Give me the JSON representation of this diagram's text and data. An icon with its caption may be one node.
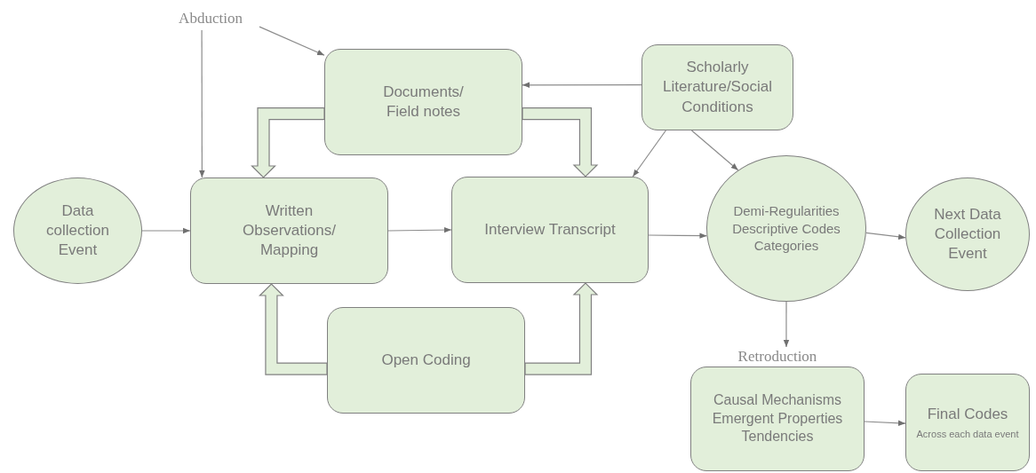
{
  "diagram": {
    "nodes": [
      {
        "text": [
          "Abduction"
        ]
      },
      {
        "text": [
          "Documents/ Field notes"
        ]
      },
      {
        "text": [
          "Scholarly Literature/Social Conditions"
        ]
      },
      {
        "text": [
          "Data collection Event"
        ]
      },
      {
        "text": [
          "Written Observations/ Mapping"
        ]
      },
      {
        "text": [
          "Interview Transcript"
        ]
      },
      {
        "text": [
          "Demi-Regularities Descriptive Codes Categories"
        ]
      },
      {
        "text": [
          "Next Data Collection Event"
        ]
      },
      {
        "text": [
          "Open Coding"
        ]
      },
      {
        "text": [
          "Retroduction",
          "Causal Mechanisms Emergent Properties Tendencies"
        ]
      },
      {
        "text": [
          "Final Codes",
          "Across each data event"
        ]
      }
    ],
    "edges": [
      {
        "from": 0,
        "to": 1,
        "arrow": "to"
      },
      {
        "from": 0,
        "to": 4,
        "arrow": "to"
      },
      {
        "from": 2,
        "to": 1,
        "arrow": "to"
      },
      {
        "from": 2,
        "to": 5,
        "arrow": "to"
      },
      {
        "from": 2,
        "to": 6,
        "arrow": "to"
      },
      {
        "from": 3,
        "to": 4,
        "arrow": "to"
      },
      {
        "from": 4,
        "to": 5,
        "arrow": "to"
      },
      {
        "from": 5,
        "to": 6,
        "arrow": "to"
      },
      {
        "from": 6,
        "to": 7,
        "arrow": "to"
      },
      {
        "from": 6,
        "to": 9,
        "arrow": "to"
      },
      {
        "from": 9,
        "to": 10,
        "arrow": "to"
      },
      {
        "from": 1,
        "to": 4,
        "arrow": "to",
        "style": "thick"
      },
      {
        "from": 1,
        "to": 5,
        "arrow": "to",
        "style": "thick"
      },
      {
        "from": 8,
        "to": 4,
        "arrow": "to",
        "style": "thick"
      },
      {
        "from": 8,
        "to": 5,
        "arrow": "to",
        "style": "thick"
      }
    ]
  }
}
